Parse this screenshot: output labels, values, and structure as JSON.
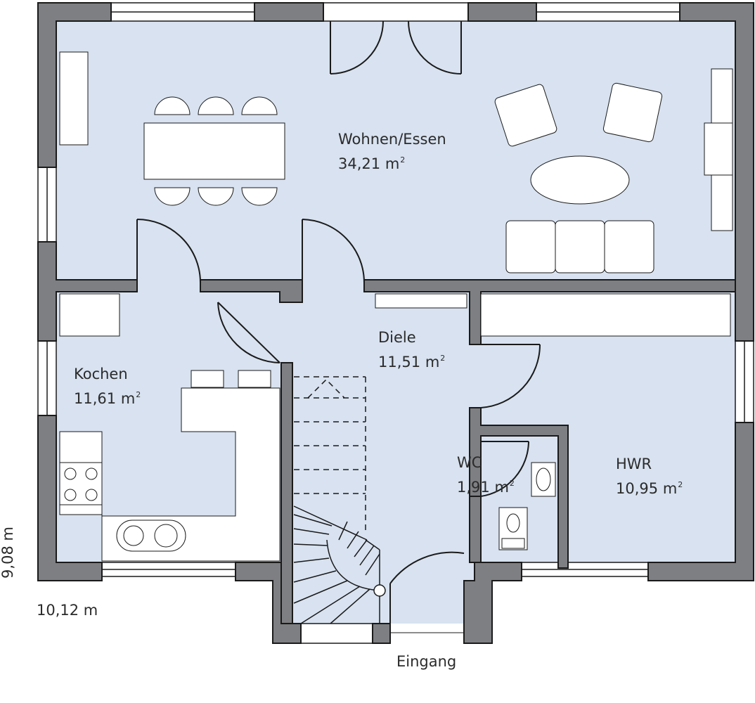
{
  "rooms": {
    "wohnen": {
      "name": "Wohnen/Essen",
      "area": "34,21",
      "unit": "m",
      "exp": "2"
    },
    "kochen": {
      "name": "Kochen",
      "area": "11,61",
      "unit": "m",
      "exp": "2"
    },
    "diele": {
      "name": "Diele",
      "area": "11,51",
      "unit": "m",
      "exp": "2"
    },
    "wc": {
      "name": "WC",
      "area": "1,91",
      "unit": "m",
      "exp": "2"
    },
    "hwr": {
      "name": "HWR",
      "area": "10,95",
      "unit": "m",
      "exp": "2"
    }
  },
  "dimensions": {
    "width": "10,12 m",
    "height": "9,08 m"
  },
  "entrance": "Eingang",
  "colors": {
    "floor": "#d8e2f0",
    "wall": "#7e7f82",
    "wall_outline": "#1a1a1a",
    "furniture": "#ffffff",
    "line": "#1a1a1a"
  }
}
